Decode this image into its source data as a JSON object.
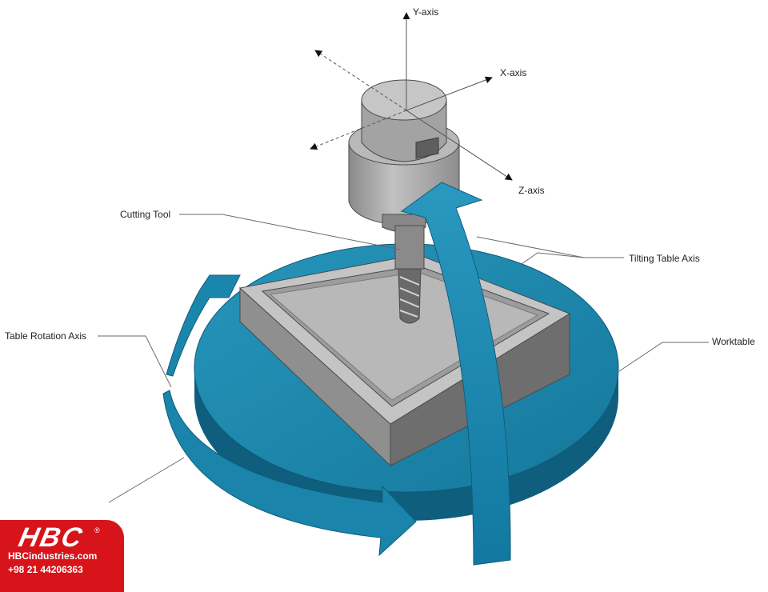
{
  "labels": {
    "y_axis": "Y-axis",
    "x_axis": "X-axis",
    "z_axis": "Z-axis",
    "cutting_tool": "Cutting Tool",
    "tilting_table_axis": "Tilting Table Axis",
    "table_rotation_axis": "Table Rotation Axis",
    "worktable": "Worktable"
  },
  "brand": {
    "logo": "HBC",
    "registered": "®",
    "website": "HBCindustries.com",
    "phone": "+98 21 44206363"
  },
  "colors": {
    "worktable_blue": "#1b86ab",
    "worktable_dark": "#0f5e7d",
    "metal_gray": "#a5a5a5",
    "brand_red": "#d8141b"
  }
}
